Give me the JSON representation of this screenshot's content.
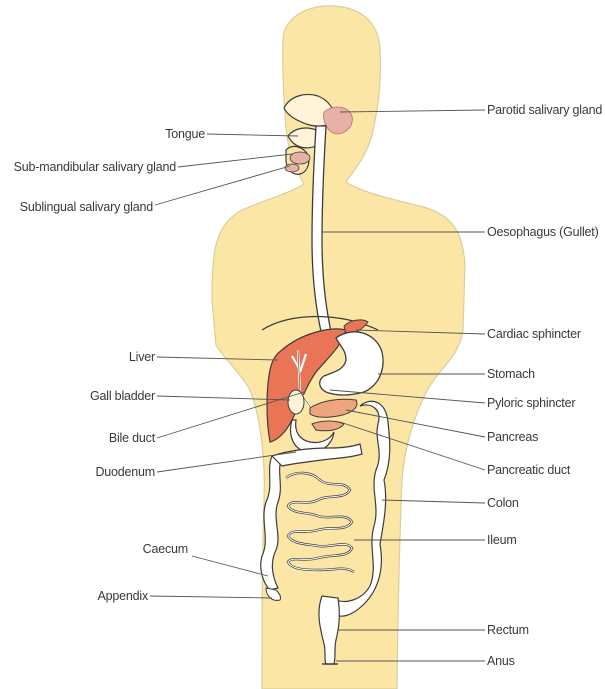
{
  "labels": {
    "left": {
      "tongue": "Tongue",
      "submandibular": "Sub-mandibular salivary gland",
      "sublingual": "Sublingual salivary gland",
      "liver": "Liver",
      "gall_bladder": "Gall bladder",
      "bile_duct": "Bile duct",
      "duodenum": "Duodenum",
      "caecum": "Caecum",
      "appendix": "Appendix"
    },
    "right": {
      "parotid": "Parotid salivary gland",
      "oesophagus": "Oesophagus (Gullet)",
      "cardiac_sphincter": "Cardiac sphincter",
      "stomach": "Stomach",
      "pyloric_sphincter": "Pyloric sphincter",
      "pancreas": "Pancreas",
      "pancreatic_duct": "Pancreatic duct",
      "colon": "Colon",
      "ileum": "Ileum",
      "rectum": "Rectum",
      "anus": "Anus"
    }
  },
  "colors": {
    "body": "#fbe6a6",
    "body_outline": "#d8cf9a",
    "liver": "#ea7456",
    "salivary": "#e9b0a8",
    "pancreas": "#eea47e",
    "organ_outline": "#3c3c3c",
    "leader": "#555555"
  }
}
